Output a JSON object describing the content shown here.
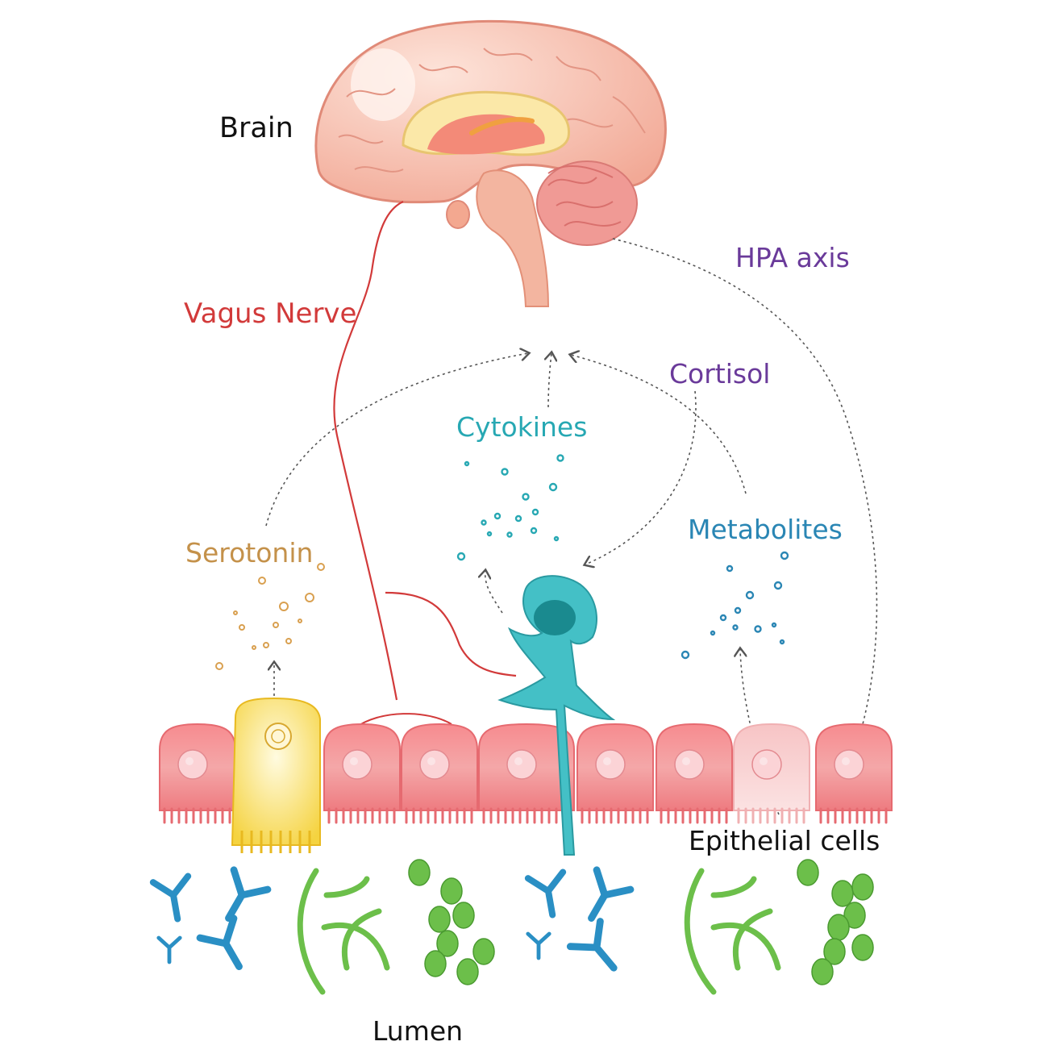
{
  "labels": {
    "brain": "Brain",
    "vagus_nerve": "Vagus Nerve",
    "hpa_axis": "HPA axis",
    "cortisol": "Cortisol",
    "cytokines": "Cytokines",
    "metabolites": "Metabolites",
    "serotonin": "Serotonin",
    "epithelial_cells": "Epithelial cells",
    "lumen": "Lumen"
  },
  "colors": {
    "black_text": "#111111",
    "vagus": "#d23a3a",
    "hpa": "#6a3a9a",
    "cytokines": "#27a8b3",
    "metabolites": "#2a86b4",
    "serotonin": "#c4914a",
    "epithelium": "#ef7f84",
    "enterochromaffin": "#f5d94a",
    "immune_cell": "#3fbcc2",
    "bacteria_blue": "#2a8fc4",
    "bacteria_green": "#6cbf4a"
  }
}
